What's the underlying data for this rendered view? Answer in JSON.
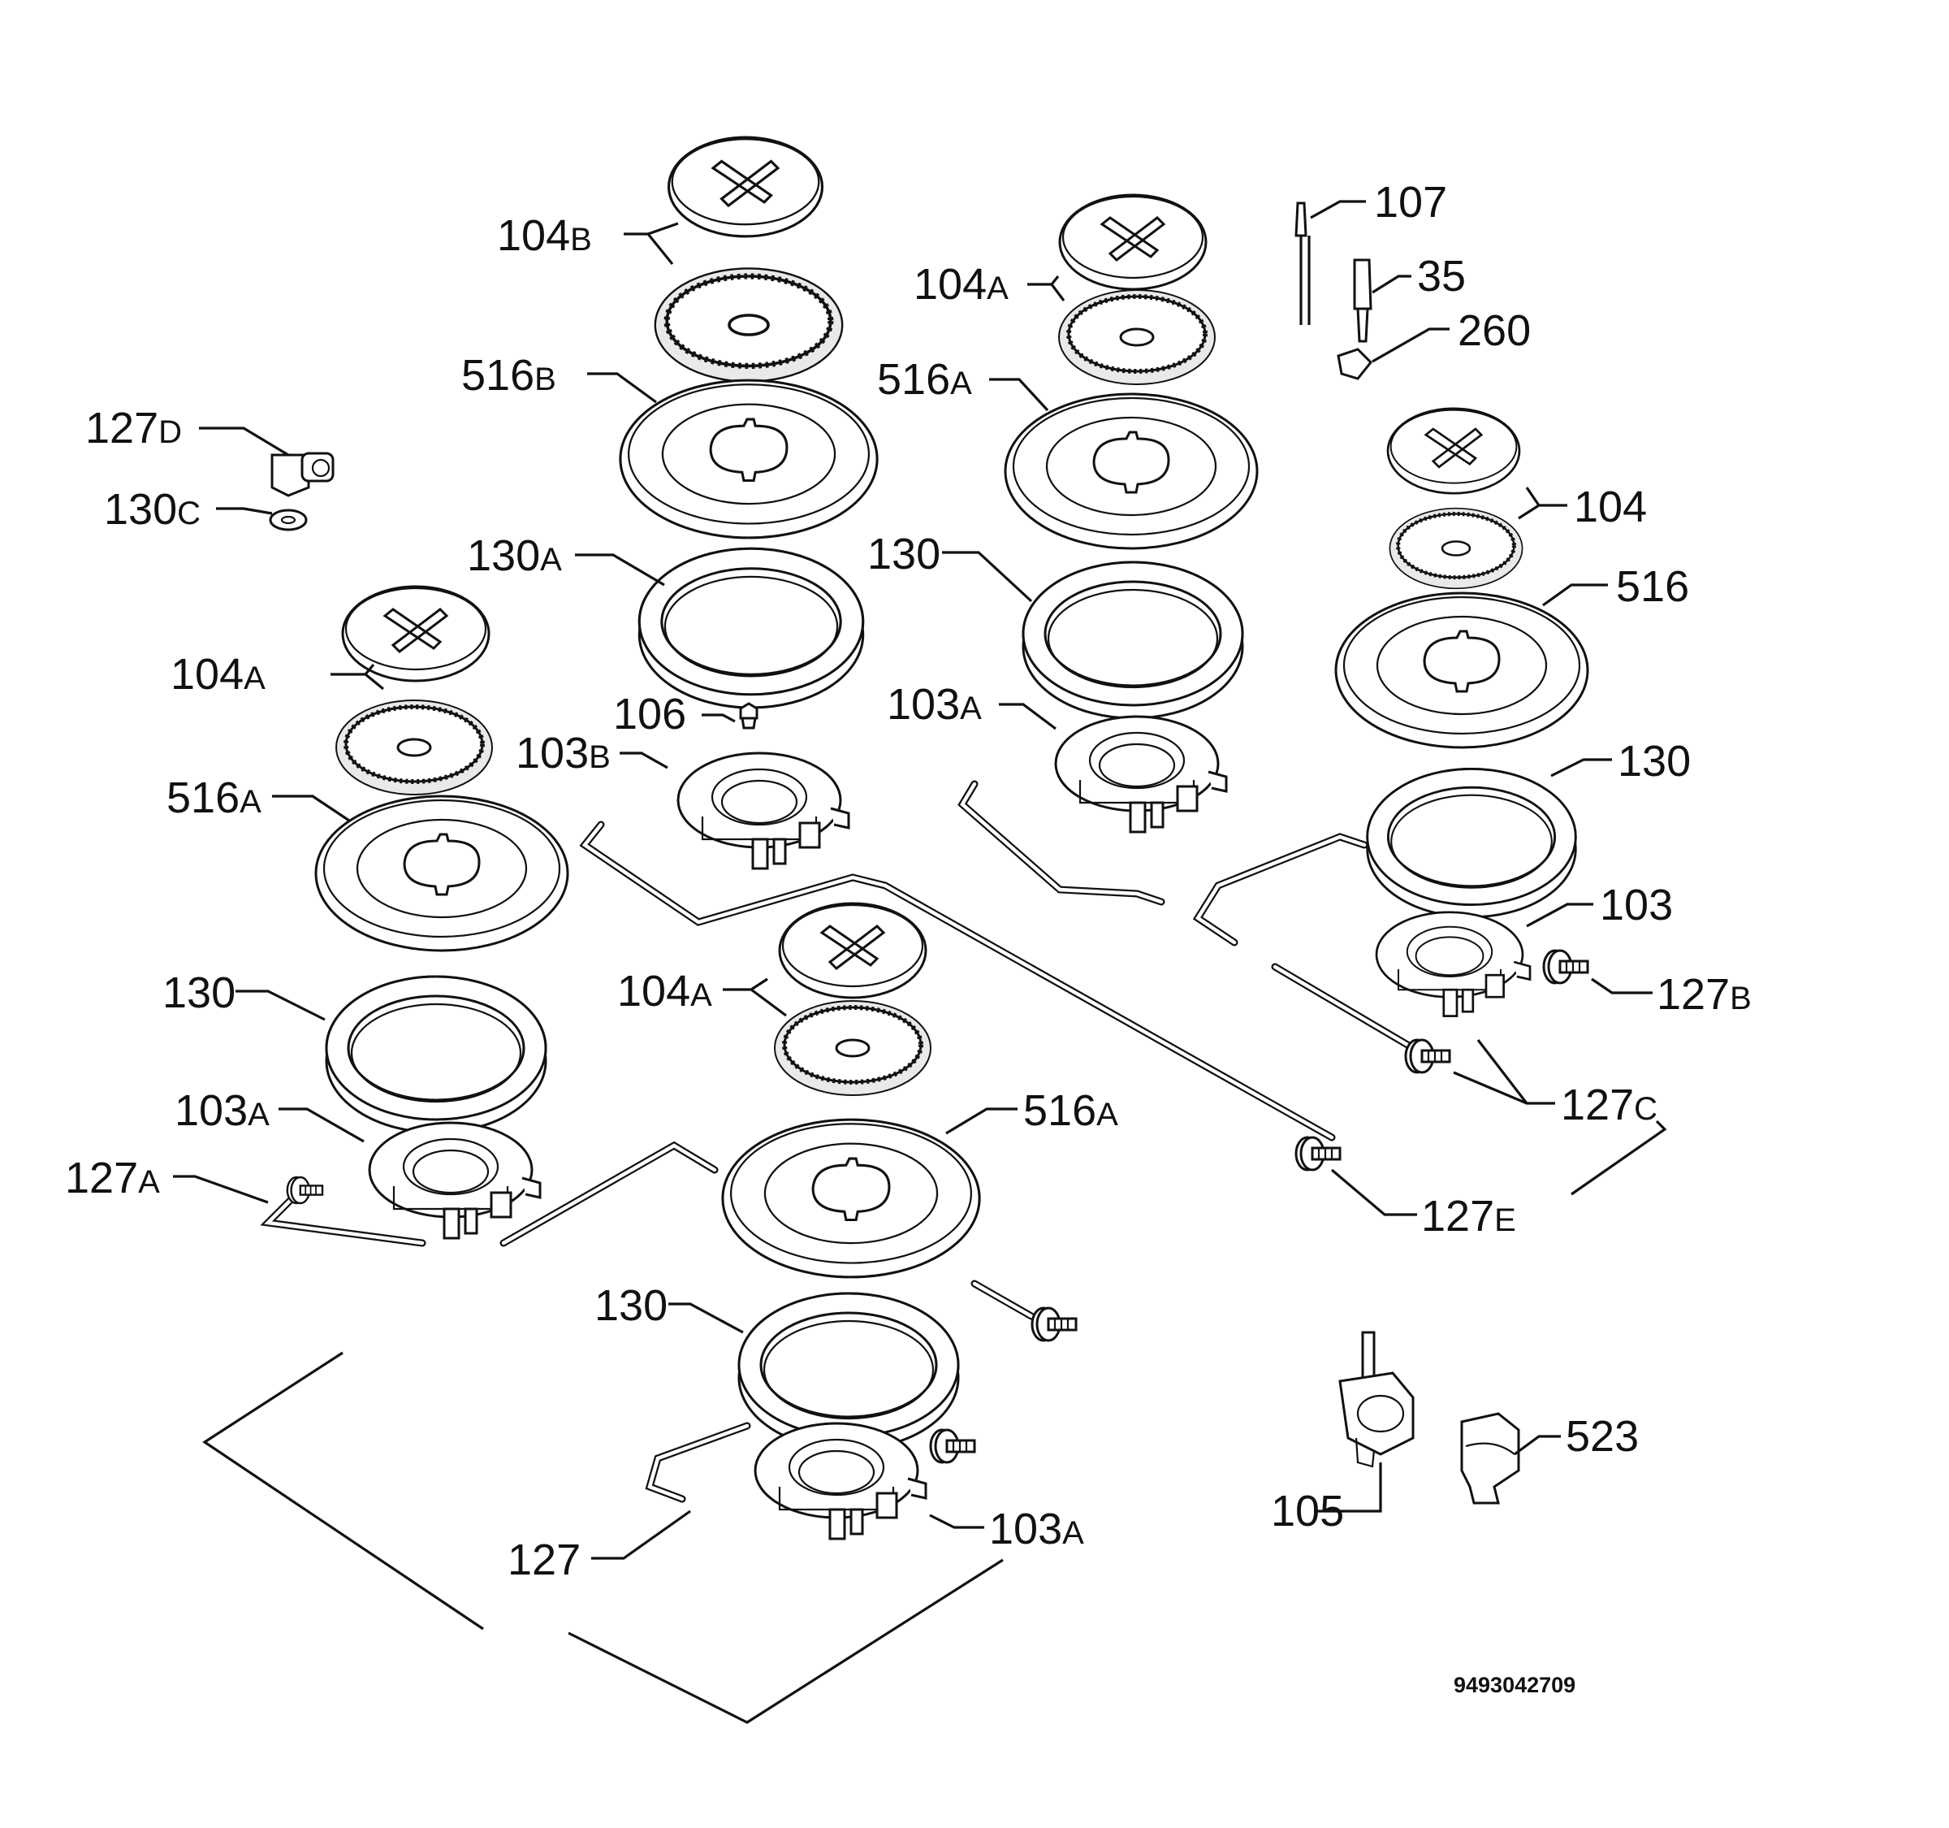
{
  "labels": {
    "104b": {
      "num": "104",
      "suf": "B"
    },
    "516b": {
      "num": "516",
      "suf": "B"
    },
    "130a": {
      "num": "130",
      "suf": "A"
    },
    "106": {
      "num": "106",
      "suf": ""
    },
    "103b": {
      "num": "103",
      "suf": "B"
    },
    "127d": {
      "num": "127",
      "suf": "D"
    },
    "130c": {
      "num": "130",
      "suf": "C"
    },
    "104a_l": {
      "num": "104",
      "suf": "A"
    },
    "516a_l": {
      "num": "516",
      "suf": "A"
    },
    "130_l": {
      "num": "130",
      "suf": ""
    },
    "103a_l": {
      "num": "103",
      "suf": "A"
    },
    "127a": {
      "num": "127",
      "suf": "A"
    },
    "104a_c": {
      "num": "104",
      "suf": "A"
    },
    "516a_c": {
      "num": "516",
      "suf": "A"
    },
    "130_c": {
      "num": "130",
      "suf": ""
    },
    "103a_c": {
      "num": "103",
      "suf": "A"
    },
    "127": {
      "num": "127",
      "suf": ""
    },
    "104a_r": {
      "num": "104",
      "suf": "A"
    },
    "516a_r": {
      "num": "516",
      "suf": "A"
    },
    "130_r": {
      "num": "130",
      "suf": ""
    },
    "103a_r": {
      "num": "103",
      "suf": "A"
    },
    "107": {
      "num": "107",
      "suf": ""
    },
    "35": {
      "num": "35",
      "suf": ""
    },
    "260": {
      "num": "260",
      "suf": ""
    },
    "104": {
      "num": "104",
      "suf": ""
    },
    "516": {
      "num": "516",
      "suf": ""
    },
    "130_fr": {
      "num": "130",
      "suf": ""
    },
    "103": {
      "num": "103",
      "suf": ""
    },
    "127b": {
      "num": "127",
      "suf": "B"
    },
    "127c": {
      "num": "127",
      "suf": "C"
    },
    "127e": {
      "num": "127",
      "suf": "E"
    },
    "105": {
      "num": "105",
      "suf": ""
    },
    "523": {
      "num": "523",
      "suf": ""
    }
  },
  "drawing_number": "9493042709"
}
